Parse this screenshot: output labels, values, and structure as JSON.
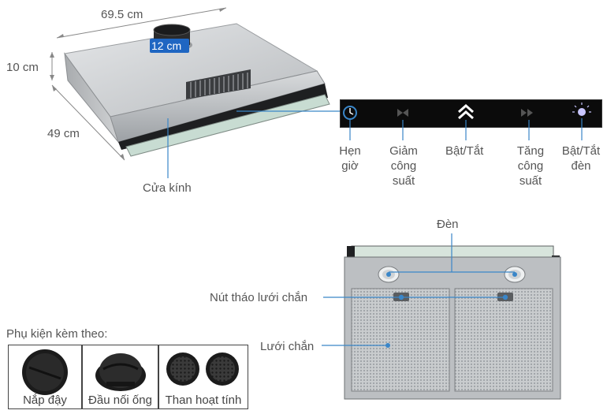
{
  "dimensions": {
    "width": "69.5 cm",
    "height": "10 cm",
    "depth": "49 cm",
    "outlet": "12 cm"
  },
  "hood_labels": {
    "glass": "Cửa kính"
  },
  "control_panel": {
    "buttons": [
      {
        "label": "Hẹn giờ",
        "icon": "timer-icon"
      },
      {
        "label": "Giảm công suất",
        "icon": "decrease-icon"
      },
      {
        "label": "Bật/Tắt",
        "icon": "power-chevron-icon"
      },
      {
        "label": "Tăng công suất",
        "icon": "increase-icon"
      },
      {
        "label": "Bật/Tắt đèn",
        "icon": "light-icon"
      }
    ]
  },
  "underside_labels": {
    "light": "Đèn",
    "filter_release": "Nút tháo lưới chắn",
    "filter": "Lưới chắn"
  },
  "accessories": {
    "title": "Phụ kiện kèm theo:",
    "items": [
      {
        "label": "Nắp đậy"
      },
      {
        "label": "Đầu nối ống"
      },
      {
        "label": "Than hoạt tính"
      }
    ]
  },
  "colors": {
    "callout": "#3a86c8",
    "steel": "#c9cbcd",
    "panel": "#0b0b0b",
    "outlet_badge": "#1f66c2"
  }
}
